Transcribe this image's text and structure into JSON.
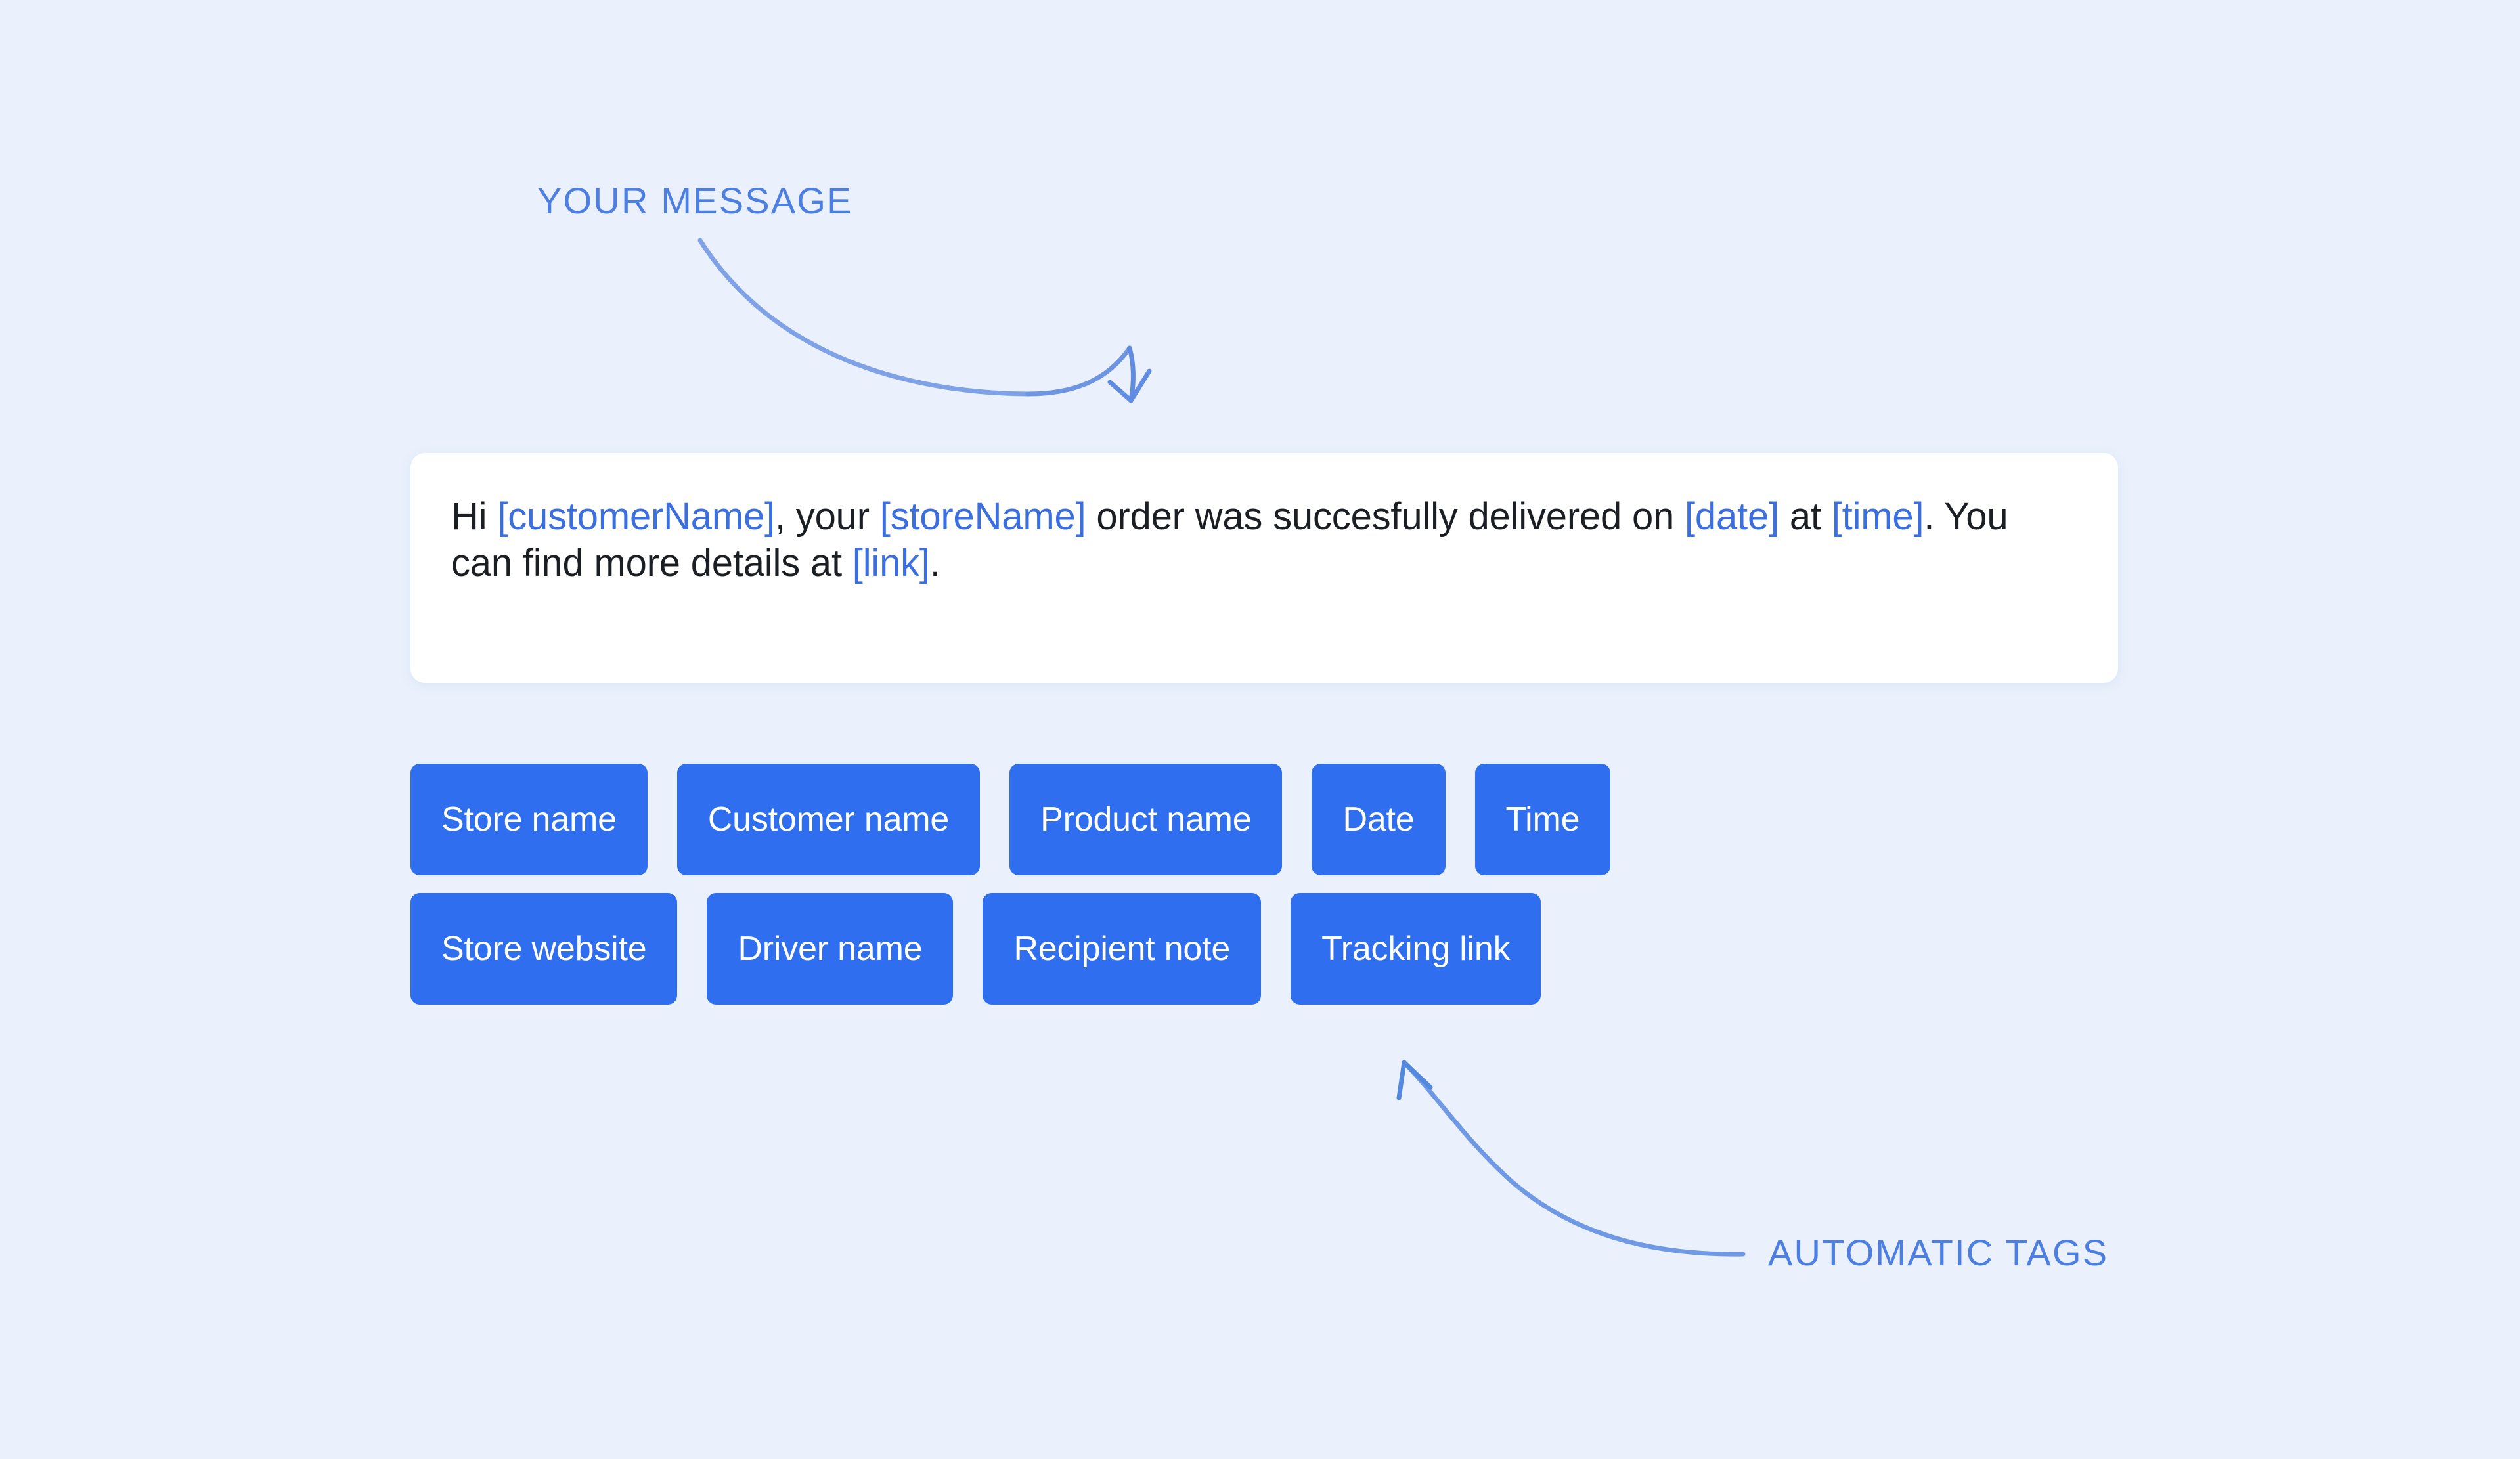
{
  "canvas": {
    "background_color": "#eaf1fc",
    "accent_color": "#2f6eee",
    "annotation_color": "#4d7fe2",
    "placeholder_color": "#3b6fe0",
    "card_background": "#ffffff",
    "text_color": "#1b1f24"
  },
  "annotations": {
    "your_message_label": "YOUR MESSAGE",
    "automatic_tags_label": "AUTOMATIC TAGS"
  },
  "message_card": {
    "segments": [
      {
        "text": "Hi ",
        "kind": "text"
      },
      {
        "text": "[customerName]",
        "kind": "placeholder"
      },
      {
        "text": ", your ",
        "kind": "text"
      },
      {
        "text": "[storeName]",
        "kind": "placeholder"
      },
      {
        "text": " order was succesfully delivered on ",
        "kind": "text"
      },
      {
        "text": "[date]",
        "kind": "placeholder"
      },
      {
        "text": " at ",
        "kind": "text"
      },
      {
        "text": "[time]",
        "kind": "placeholder"
      },
      {
        "text": ". You can find more details at ",
        "kind": "text"
      },
      {
        "text": "[link]",
        "kind": "placeholder"
      },
      {
        "text": ".",
        "kind": "text"
      }
    ],
    "plain_text": "Hi [customerName], your [storeName] order was succesfully delivered on [date] at [time]. You can find more details at [link]."
  },
  "tags": {
    "rows": [
      [
        "Store name",
        "Customer name",
        "Product name",
        "Date",
        "Time"
      ],
      [
        "Store website",
        "Driver name",
        "Recipient note",
        "Tracking link"
      ]
    ]
  }
}
